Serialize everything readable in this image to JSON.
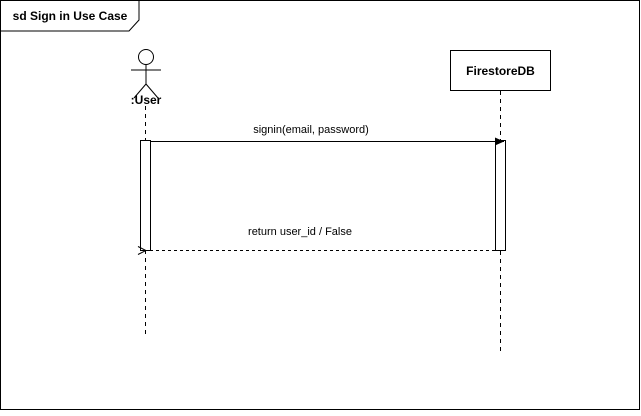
{
  "frame": {
    "title": "sd Sign in Use Case"
  },
  "participants": {
    "user": {
      "name": ":User",
      "kind": "actor"
    },
    "db": {
      "name": "FirestoreDB",
      "kind": "object"
    }
  },
  "messages": {
    "signin": {
      "label": "signin(email, password)",
      "type": "synchronous call"
    },
    "reply": {
      "label": "return user_id / False",
      "type": "return"
    }
  }
}
